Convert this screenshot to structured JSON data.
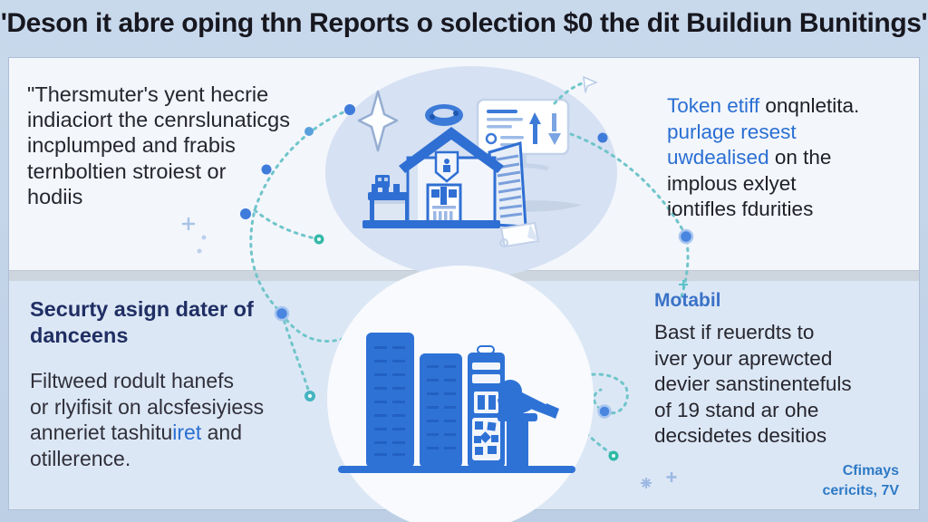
{
  "title": "'Deson it abre oping thn Reports o solection $0 the dit Buildiun Bunitings'",
  "sections": {
    "top_left": {
      "lines": [
        "\"Thersmuter's yent hecrie",
        "indiaciort the cenrslunaticgs",
        "incplumped and frabis",
        "ternboltien stroiest or",
        "hodiis"
      ]
    },
    "top_right": {
      "line1_blue": "Token etiff",
      "line1_dark": " onqnletita.",
      "line2_blue": "purlage resest",
      "line3_blue": "uwdealised",
      "line3_dark": " on the",
      "line4_dark": "implous exlyet",
      "line5_dark": "iontifles fdurities"
    },
    "bottom_left": {
      "heading_lines": [
        "Securty asign dater of",
        "danceens"
      ],
      "body_line1": "Filtweed rodult hanefs",
      "body_line2": "or rlyifisit on alcsfesiyiess",
      "body_line3_dark": "anneriet tashitu",
      "body_line3_blue": "iret",
      "body_line3_end": " and",
      "body_line4": "otillerence."
    },
    "bottom_right": {
      "heading": "Motabil",
      "lines": [
        "Bast if reuerdts to",
        "iver your aprewcted",
        "devier sanstinentefuls",
        "of 19 stand ar ohe",
        "decsidetes desitios"
      ]
    },
    "corner": {
      "line1": "Cfimays",
      "line2": "cericits, 7V"
    }
  },
  "icons": {
    "sparkle-icon": "four-point star",
    "building-icon": "bank building with open louver door",
    "report-monitor-icon": "report card with rising arrows",
    "kiosk-icon": "small castle kiosk",
    "document-icon": "paper note",
    "handle-icon": "blue oval handle",
    "buildings-bar-icon": "city towers shaped like bar chart",
    "presenter-icon": "figure with telescope at podium",
    "path-node-icon": "circular waypoint dots on dotted route"
  },
  "colors": {
    "outer_bg": "#c2d4e9",
    "top_panel_bg": "#f3f6fb",
    "bottom_panel_bg": "#dce7f5",
    "accent_blue": "#2a6fd3",
    "navy_heading": "#1f2e63",
    "illustration_blue": "#2e72d6",
    "teal_path": "#6fc5ca"
  }
}
